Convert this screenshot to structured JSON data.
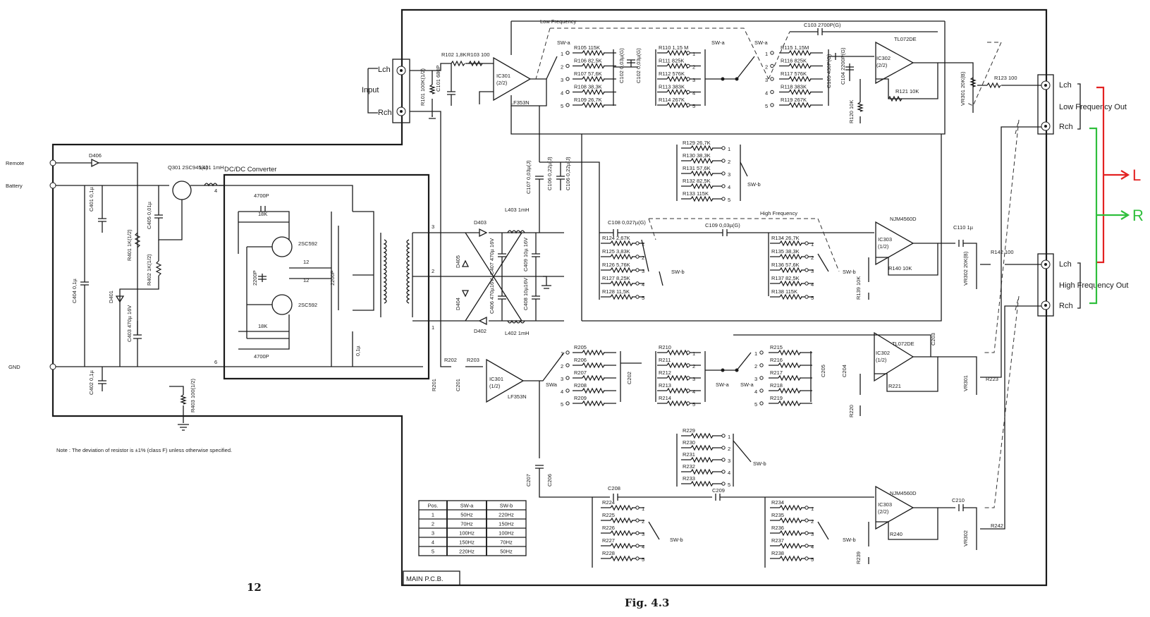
{
  "page_number": "12",
  "figure_caption": "Fig. 4.3",
  "board_label": "MAIN P.C.B.",
  "note": "Note :  The deviation of resistor is ±1% (class F) unless otherwise specified.",
  "inputs": {
    "lch": "Lch",
    "rch": "Rch",
    "input": "Input"
  },
  "outputs": {
    "low": {
      "lch": "Lch",
      "label": "Low Frequency Out",
      "rch": "Rch"
    },
    "high": {
      "lch": "Lch",
      "label": "High Frequency Out",
      "rch": "Rch"
    }
  },
  "power": {
    "remote": "Remote",
    "battery": "Battery",
    "gnd": "GND",
    "converter": "DC/DC Converter"
  },
  "annotations": {
    "L": "L",
    "R": "R"
  },
  "sections": {
    "low_freq": "Low Frequency",
    "high_freq": "High Frequency"
  },
  "ics": {
    "ic301a": {
      "ref": "IC301",
      "unit": "(2/2)",
      "part": "LF353N"
    },
    "ic301b": {
      "ref": "IC301",
      "unit": "(1/2)",
      "part": "LF353N"
    },
    "ic302a": {
      "ref": "IC302",
      "unit": "(2/2)",
      "part": "TL072DE"
    },
    "ic302b": {
      "ref": "IC302",
      "unit": "(1/2)",
      "part": "TL072DE"
    },
    "ic303a": {
      "ref": "IC303",
      "unit": "(1/2)",
      "part": "NJM4560D"
    },
    "ic303b": {
      "ref": "IC303",
      "unit": "(2/2)",
      "part": "NJM4560D"
    }
  },
  "lf_ch1_res_a": [
    "R105 115K",
    "R106 82,5K",
    "R107 57,6K",
    "R108 38,3K",
    "R109 26,7K"
  ],
  "lf_ch1_res_b": [
    "R110 1,15 M",
    "R111 825K",
    "R112 576K",
    "R113 383K",
    "R114 267K"
  ],
  "lf_ch1_res_c": [
    "R115 1,15M",
    "R116 825K",
    "R117 576K",
    "R118 383K",
    "R119 267K"
  ],
  "hf_ch1_res_a": [
    "R129 26,7K",
    "R130 38,3K",
    "R131 57,6K",
    "R132 82,5K",
    "R133 115K"
  ],
  "hf_ch1_res_b": [
    "R124 2,67K",
    "R125 3,83K",
    "R126 5,76K",
    "R127 8,25K",
    "R128 11,5K"
  ],
  "hf_ch1_res_c": [
    "R134 26,7K",
    "R135 38,3K",
    "R136 57,6K",
    "R137 82,5K",
    "R138 115K"
  ],
  "lf_ch2_res_a": [
    "R205",
    "R206",
    "R207",
    "R208",
    "R209"
  ],
  "lf_ch2_res_b": [
    "R210",
    "R211",
    "R212",
    "R213",
    "R214"
  ],
  "lf_ch2_res_c": [
    "R215",
    "R216",
    "R217",
    "R218",
    "R219"
  ],
  "hf_ch2_res_a": [
    "R229",
    "R230",
    "R231",
    "R232",
    "R233"
  ],
  "hf_ch2_res_b": [
    "R224",
    "R225",
    "R226",
    "R227",
    "R228"
  ],
  "hf_ch2_res_c": [
    "R234",
    "R235",
    "R236",
    "R237",
    "R238"
  ],
  "switch_labels": {
    "swa": "SW-a",
    "swb": "SW-b",
    "swa2": "SWa"
  },
  "pos_nums": [
    "1",
    "2",
    "3",
    "4",
    "5"
  ],
  "parts": {
    "r101": "R101 100K(1/2)",
    "r102": "R102 1,8K",
    "r103": "R103 100",
    "c101": "C101 680P",
    "c102": "C102 0,03µ(G)",
    "c103": "C103 2700P(G)",
    "c104": "C104 2200P(G)",
    "c105": "C105 430P(G)",
    "c106": "C106 0,22µ(J)",
    "c107": "C107 0,03µ(J)",
    "c108": "C108 0,027µ(G)",
    "c109": "C109 0,03µ(G)",
    "c110": "C110 1µ",
    "r120": "R120 10K",
    "r121": "R121 10K",
    "r123": "R123 100",
    "r139": "R139 10K",
    "r140": "R140 10K",
    "r142": "R142 100",
    "vr301": "VR301 20K(B)",
    "vr302": "VR302 20K(B)",
    "r201": "R201",
    "r202": "R202",
    "r203": "R203",
    "c201": "C201",
    "c202": "C202",
    "c203": "C203",
    "c204": "C204",
    "c205": "C205",
    "c206": "C206",
    "c207": "C207",
    "c208": "C208",
    "c209": "C209",
    "c210": "C210",
    "r220": "R220",
    "r221": "R221",
    "r223": "R223",
    "r239": "R239",
    "r240": "R240",
    "r242": "R242",
    "vr301b": "VR301",
    "vr302b": "VR302",
    "d406": "D406",
    "q301": "Q301 2SC945(L)",
    "l401": "L401 1mH",
    "c401": "C401 0,1µ",
    "c405": "C405 0,01µ",
    "r401": "R401 1K(1/2)",
    "r402": "R402 1K(1/2)",
    "c404": "C404 0,1µ",
    "d401": "D401",
    "c403": "C403 470µ 16V",
    "c402": "C402 0,1µ",
    "r403": "R403 100(1/2)",
    "tr1": "2SC592",
    "tr2": "2SC592",
    "c4700a": "4700P",
    "c4700b": "4700P",
    "r18ka": "18K",
    "r18kb": "18K",
    "r12a": "12",
    "r12b": "12",
    "c2200a": "2200P",
    "c2200b": "2200P",
    "c01": "0,1µ",
    "d402": "D402",
    "d403": "D403",
    "d404": "D404",
    "d405": "D405",
    "l403": "L403 1mH",
    "l402": "L402 1mH",
    "c406": "C406 470µ16V",
    "c407": "C407 470µ 16V",
    "c408": "C408 10µ16V",
    "c409": "C409 10µ 16V",
    "pin3": "3",
    "pin2": "2",
    "pin1": "1",
    "pin4": "4",
    "pin6": "6"
  },
  "switch_table": {
    "headers": [
      "Pos.",
      "SW-a",
      "SW-b"
    ],
    "rows": [
      [
        "1",
        "50Hz",
        "220Hz"
      ],
      [
        "2",
        "70Hz",
        "150Hz"
      ],
      [
        "3",
        "100Hz",
        "100Hz"
      ],
      [
        "4",
        "150Hz",
        "70Hz"
      ],
      [
        "5",
        "220Hz",
        "50Hz"
      ]
    ]
  }
}
